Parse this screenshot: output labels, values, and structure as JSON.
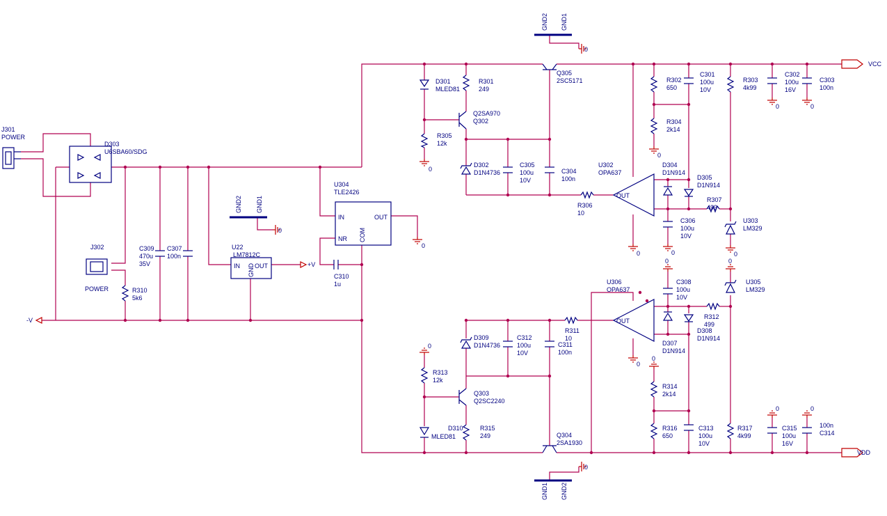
{
  "nets": {
    "vcc": "VCC",
    "vdd": "VDD",
    "neg_v": "-V",
    "pos_v": "+V",
    "gnd": "0"
  },
  "labels": [
    {
      "id": "J301",
      "ref": "J301",
      "value": "POWER"
    },
    {
      "id": "D303",
      "ref": "D303",
      "value": "U6SBA60/SDG"
    },
    {
      "id": "J302",
      "ref": "J302",
      "value": "POWER"
    },
    {
      "id": "R310",
      "ref": "R310",
      "value": "5k6"
    },
    {
      "id": "C309",
      "ref": "C309",
      "value": "470u",
      "extra": "35V"
    },
    {
      "id": "C307",
      "ref": "C307",
      "value": "100n"
    },
    {
      "id": "U22",
      "ref": "U22",
      "value": "LM7812C"
    },
    {
      "id": "U304",
      "ref": "U304",
      "value": "TLE2426"
    },
    {
      "id": "C310",
      "ref": "C310",
      "value": "1u"
    },
    {
      "id": "D301",
      "ref": "D301",
      "value": "MLED81"
    },
    {
      "id": "R301",
      "ref": "R301",
      "value": "249"
    },
    {
      "id": "Q302",
      "ref": "Q302",
      "value": "Q2SA970"
    },
    {
      "id": "R305",
      "ref": "R305",
      "value": "12k"
    },
    {
      "id": "D302",
      "ref": "D302",
      "value": "D1N4736"
    },
    {
      "id": "C305",
      "ref": "C305",
      "value": "100u",
      "extra": "10V"
    },
    {
      "id": "C304",
      "ref": "C304",
      "value": "100n"
    },
    {
      "id": "Q305",
      "ref": "Q305",
      "value": "2SC5171"
    },
    {
      "id": "R306",
      "ref": "R306",
      "value": "10"
    },
    {
      "id": "U302",
      "ref": "U302",
      "value": "OPA637"
    },
    {
      "id": "R302",
      "ref": "R302",
      "value": "650"
    },
    {
      "id": "R304",
      "ref": "R304",
      "value": "2k14"
    },
    {
      "id": "C301",
      "ref": "C301",
      "value": "100u",
      "extra": "10V"
    },
    {
      "id": "D304",
      "ref": "D304",
      "value": "D1N914"
    },
    {
      "id": "D305",
      "ref": "D305",
      "value": "D1N914"
    },
    {
      "id": "R307",
      "ref": "R307",
      "value": "499"
    },
    {
      "id": "C306",
      "ref": "C306",
      "value": "100u",
      "extra": "10V"
    },
    {
      "id": "R303",
      "ref": "R303",
      "value": "4k99"
    },
    {
      "id": "U303",
      "ref": "U303",
      "value": "LM329"
    },
    {
      "id": "C302",
      "ref": "C302",
      "value": "100u",
      "extra": "16V"
    },
    {
      "id": "C303",
      "ref": "C303",
      "value": "100n"
    },
    {
      "id": "U305",
      "ref": "U305",
      "value": "LM329"
    },
    {
      "id": "U306",
      "ref": "U306",
      "value": "OPA637"
    },
    {
      "id": "C308",
      "ref": "C308",
      "value": "100u",
      "extra": "10V"
    },
    {
      "id": "R312",
      "ref": "R312",
      "value": "499"
    },
    {
      "id": "D308",
      "ref": "D308",
      "value": "D1N914"
    },
    {
      "id": "D307",
      "ref": "D307",
      "value": "D1N914"
    },
    {
      "id": "R311",
      "ref": "R311",
      "value": "10"
    },
    {
      "id": "D309",
      "ref": "D309",
      "value": "D1N4736"
    },
    {
      "id": "C312",
      "ref": "C312",
      "value": "100u",
      "extra": "10V"
    },
    {
      "id": "C311",
      "ref": "C311",
      "value": "100n"
    },
    {
      "id": "R313",
      "ref": "R313",
      "value": "12k"
    },
    {
      "id": "Q303",
      "ref": "Q303",
      "value": "Q2SC2240"
    },
    {
      "id": "D310",
      "ref": "D310",
      "value": "MLED81"
    },
    {
      "id": "R315",
      "ref": "R315",
      "value": "249"
    },
    {
      "id": "Q304",
      "ref": "Q304",
      "value": "2SA1930"
    },
    {
      "id": "R314",
      "ref": "R314",
      "value": "2k14"
    },
    {
      "id": "R316",
      "ref": "R316",
      "value": "650"
    },
    {
      "id": "C313",
      "ref": "C313",
      "value": "100u",
      "extra": "10V"
    },
    {
      "id": "R317",
      "ref": "R317",
      "value": "4k99"
    },
    {
      "id": "C315",
      "ref": "C315",
      "value": "100u",
      "extra": "16V"
    },
    {
      "id": "C314",
      "ref": "C314",
      "value": "100n"
    }
  ],
  "pins": {
    "in": "IN",
    "out": "OUT",
    "gnd": "GND",
    "nr": "NR",
    "com": "COM",
    "gnd1": "GND1",
    "gnd2": "GND2"
  }
}
